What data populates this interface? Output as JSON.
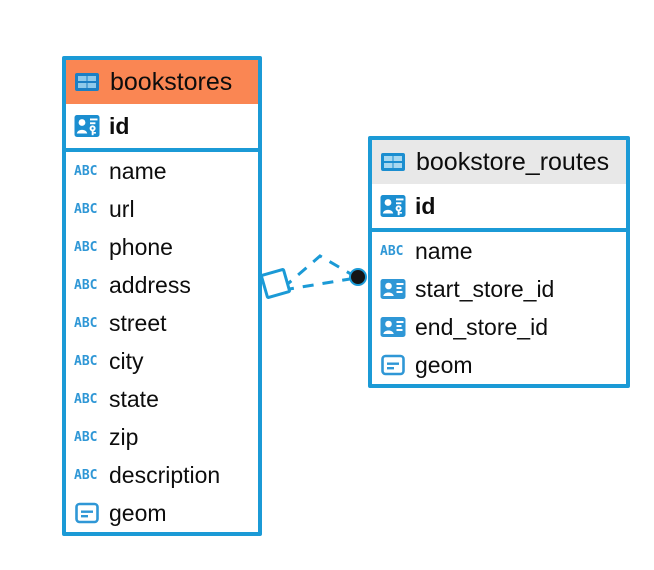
{
  "diagram": {
    "type": "er-diagram",
    "background_color": "#ffffff",
    "accent_color": "#1b9ad6",
    "selected_header_color": "#fa8653",
    "header_color": "#e8e8e8",
    "text_color": "#0d0d0d"
  },
  "entities": [
    {
      "id": "bookstores",
      "name": "bookstores",
      "selected": true,
      "header_icon": "table-icon",
      "fields": [
        {
          "name": "id",
          "icon": "primary-key-icon",
          "key": "primary"
        },
        {
          "name": "name",
          "icon": "text-type-icon",
          "key": "none"
        },
        {
          "name": "url",
          "icon": "text-type-icon",
          "key": "none"
        },
        {
          "name": "phone",
          "icon": "text-type-icon",
          "key": "none"
        },
        {
          "name": "address",
          "icon": "text-type-icon",
          "key": "none"
        },
        {
          "name": "street",
          "icon": "text-type-icon",
          "key": "none"
        },
        {
          "name": "city",
          "icon": "text-type-icon",
          "key": "none"
        },
        {
          "name": "state",
          "icon": "text-type-icon",
          "key": "none"
        },
        {
          "name": "zip",
          "icon": "text-type-icon",
          "key": "none"
        },
        {
          "name": "description",
          "icon": "text-type-icon",
          "key": "none"
        },
        {
          "name": "geom",
          "icon": "geometry-type-icon",
          "key": "none"
        }
      ]
    },
    {
      "id": "bookstore_routes",
      "name": "bookstore_routes",
      "selected": false,
      "header_icon": "table-icon",
      "fields": [
        {
          "name": "id",
          "icon": "primary-key-icon",
          "key": "primary"
        },
        {
          "name": "name",
          "icon": "text-type-icon",
          "key": "none"
        },
        {
          "name": "start_store_id",
          "icon": "foreign-key-icon",
          "key": "foreign"
        },
        {
          "name": "end_store_id",
          "icon": "foreign-key-icon",
          "key": "foreign"
        },
        {
          "name": "geom",
          "icon": "geometry-type-icon",
          "key": "none"
        }
      ]
    }
  ],
  "relationship": {
    "name": "bookstores-to-bookstore-routes",
    "style": "dashed",
    "color": "#1b9ad6",
    "source_marker": "diamond-handle",
    "target_marker": "filled-circle-endpoint"
  }
}
